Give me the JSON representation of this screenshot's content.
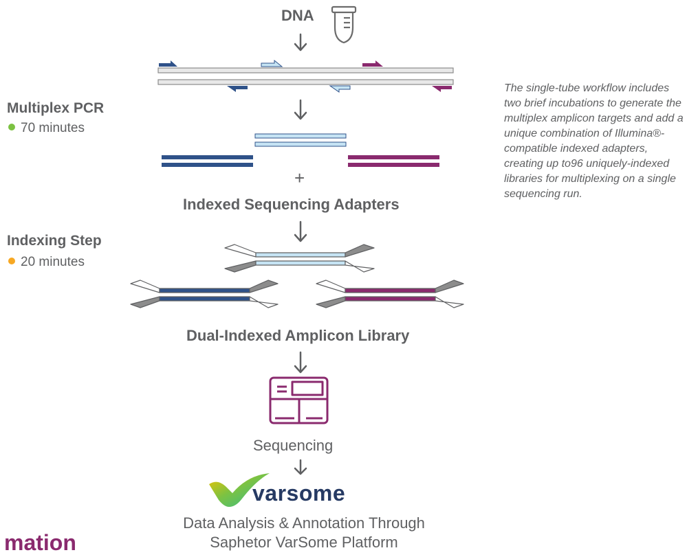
{
  "diagram": {
    "dna_label": "DNA",
    "plus_sign": "+",
    "steps": [
      {
        "title": "Multiplex PCR",
        "time": "70 minutes",
        "dot_color": "#7cc242"
      },
      {
        "title": "Indexing Step",
        "time": "20 minutes",
        "dot_color": "#f7a823"
      }
    ],
    "indexed_adapters_label": "Indexed Sequencing Adapters",
    "library_label": "Dual-Indexed Amplicon Library",
    "sequencing_label": "Sequencing",
    "analysis_lines": [
      "Data Analysis & Annotation Through",
      "Saphetor VarSome Platform"
    ],
    "brand_name": "varsome",
    "cut_off_heading": "mation",
    "workflow_note": "The single-tube workflow includes two brief incubations to generate the multiplex amplicon targets and add a unique combination of Illumina®-compatible indexed adapters, creating up to96 uniquely-indexed libraries for multiplexing on a single sequencing run."
  },
  "colors": {
    "text_gray": "#5f6062",
    "navy": "#2f5289",
    "light_blue": "#c6e4f4",
    "purple": "#8a2a6e",
    "adapter_gray": "#8c8c8c",
    "strand_gray": "#e6e6e6",
    "brand_navy": "#263a63",
    "pcr_dot": "#7cc242",
    "index_dot": "#f7a823"
  },
  "icons": [
    "tube-icon",
    "sequencer-icon",
    "varsome-logo-icon",
    "arrow-down-icon"
  ]
}
